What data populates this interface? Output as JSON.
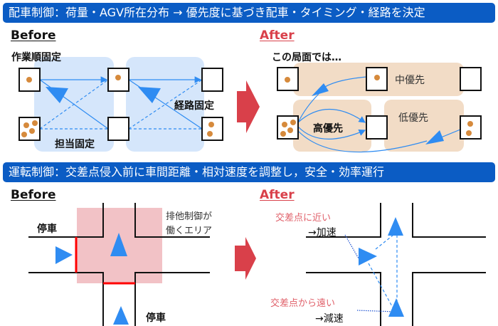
{
  "section1": {
    "header": "配車制御：荷量・AGV所在分布 → 優先度に基づき配車・タイミング・経路を決定",
    "before": {
      "title": "Before",
      "labels": [
        "作業順固定",
        "経路固定",
        "担当固定"
      ]
    },
    "after": {
      "title": "After",
      "caption": "この局面では…",
      "zones": [
        "中優先",
        "高優先",
        "低優先"
      ]
    }
  },
  "section2": {
    "header": "運転制御：交差点侵入前に車間距離・相対速度を調整し，安全・効率運行",
    "before": {
      "title": "Before",
      "stop_left": "停車",
      "stop_bottom": "停車",
      "area_label_1": "排他制御が",
      "area_label_2": "働くエリア"
    },
    "after": {
      "title": "After",
      "near": "交差点に近い",
      "near_action": "→加速",
      "far": "交差点から遠い",
      "far_action": "→減速"
    }
  },
  "colors": {
    "header": "#0b5cc4",
    "arrow": "#2f8cf2",
    "before_zone": "#d5e6fb",
    "after_zone": "#f2dcc6",
    "exclusive_area": "#f2c2c6",
    "stop_line": "#ff0000",
    "transition_arrow": "#d9404a",
    "cargo": "#d68a3c"
  }
}
